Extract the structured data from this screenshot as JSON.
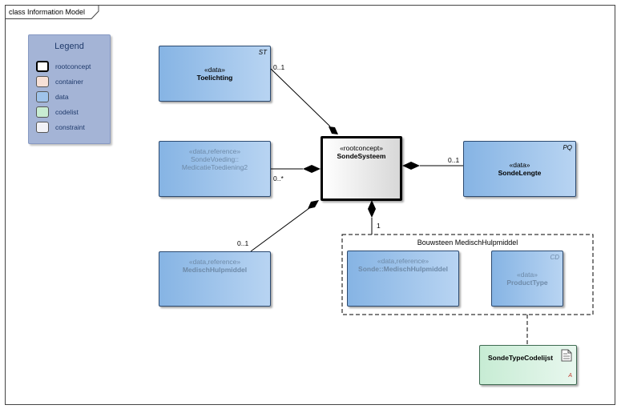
{
  "diagram": {
    "tab_label": "class Information Model"
  },
  "legend": {
    "title": "Legend",
    "items": [
      {
        "label": "rootconcept",
        "color": "#ffffff"
      },
      {
        "label": "container",
        "color": "#f6e0d6"
      },
      {
        "label": "data",
        "color": "#9fc3ea"
      },
      {
        "label": "codelist",
        "color": "#c8ecd2"
      },
      {
        "label": "constraint",
        "color": "#f2f2f7"
      }
    ]
  },
  "classes": {
    "toelichting": {
      "stereotype": "«data»",
      "name": "Toelichting",
      "tag": "ST"
    },
    "sondevoeding": {
      "stereotype": "«data,reference»",
      "name_line1": "SondeVoeding::",
      "name_line2": "MedicatieToediening2"
    },
    "medischhulpmiddel": {
      "stereotype": "«data,reference»",
      "name": "MedischHulpmiddel"
    },
    "sondesysteem": {
      "stereotype": "«rootconcept»",
      "name": "SondeSysteem"
    },
    "sondelengte": {
      "stereotype": "«data»",
      "name": "SondeLengte",
      "tag": "PQ"
    },
    "sonde_medischhulpmiddel": {
      "stereotype": "«data,reference»",
      "name": "Sonde::MedischHulpmiddel"
    },
    "producttype": {
      "stereotype": "«data»",
      "name": "ProductType",
      "tag": "CD"
    },
    "sondetypecodelijst": {
      "name": "SondeTypeCodelijst",
      "tag": "A"
    }
  },
  "group": {
    "label": "Bouwsteen MedischHulpmiddel"
  },
  "multiplicities": {
    "toelichting": "0..1",
    "sondevoeding": "0..*",
    "medischhulpmiddel": "0..1",
    "sondelengte": "0..1",
    "bouwsteen": "1"
  }
}
